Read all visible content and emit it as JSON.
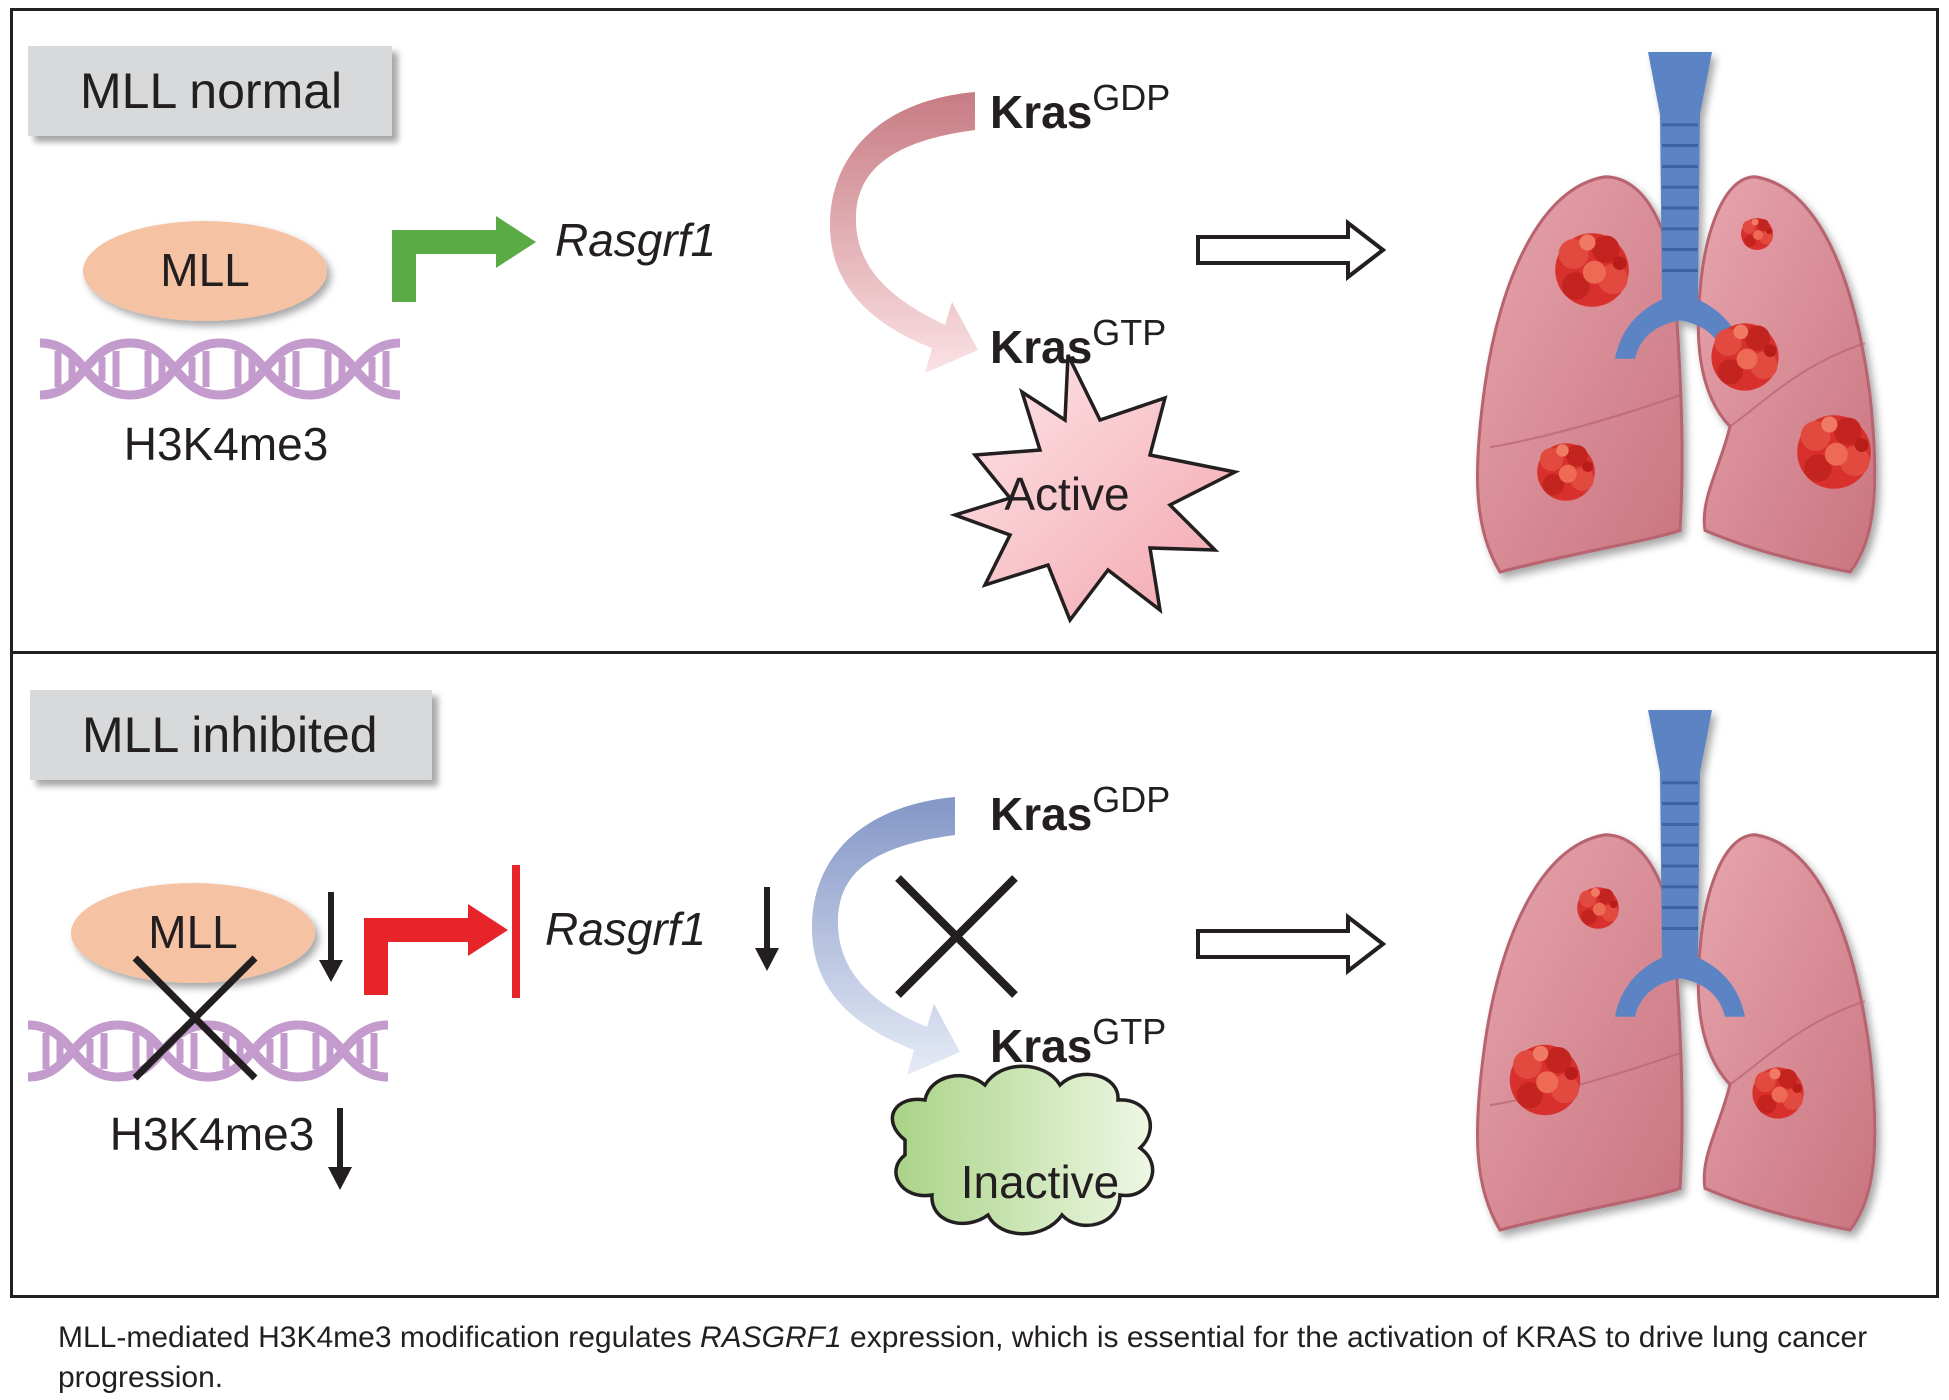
{
  "panels": [
    {
      "label": "MLL normal",
      "mll": "MLL",
      "histone_mark": "H3K4me3",
      "gene": "Rasgrf1",
      "kras_gdp": {
        "base": "Kras",
        "sup": "GDP"
      },
      "kras_gtp": {
        "base": "Kras",
        "sup": "GTP"
      },
      "state": "Active",
      "state_shape": "starburst",
      "arrow_color": "#5aaa46"
    },
    {
      "label": "MLL inhibited",
      "mll": "MLL",
      "histone_mark": "H3K4me3",
      "gene": "Rasgrf1",
      "kras_gdp": {
        "base": "Kras",
        "sup": "GDP"
      },
      "kras_gtp": {
        "base": "Kras",
        "sup": "GTP"
      },
      "state": "Inactive",
      "state_shape": "cloud",
      "arrow_color": "#e8242b"
    }
  ],
  "caption": {
    "part1": "MLL-mediated H3K4me3 modification regulates ",
    "gene_italic": "RASGRF1",
    "part2": " expression, which is essential for the activation of KRAS to drive lung cancer progression."
  },
  "colors": {
    "mll_fill": "#f5c3a3",
    "dna": "#c39bcd",
    "active_fill": "#f8c4c8",
    "inactive_fill": "#c4e2a6",
    "lung": "#d98d97",
    "trachea": "#5b84c4",
    "tumor": "#d8312d"
  },
  "icons": [
    "dna-helix-icon",
    "lungs-icon",
    "tumor-icon",
    "cross-icon",
    "down-arrow-icon",
    "hollow-arrow-icon"
  ]
}
